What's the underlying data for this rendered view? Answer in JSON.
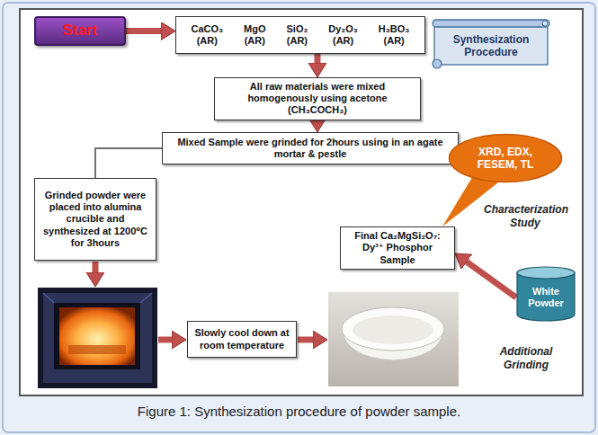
{
  "diagram": {
    "caption": "Figure 1: Synthesization procedure of powder sample.",
    "nodes": [
      {
        "text": [
          "Start"
        ]
      },
      {
        "text": [
          "CaCO₃ (AR)",
          "MgO (AR)",
          "SiO₂ (AR)",
          "Dy₂O₃ (AR)",
          "H₃BO₃ (AR)"
        ]
      },
      {
        "text": [
          "Synthesization Procedure"
        ]
      },
      {
        "text": [
          "All raw materials were mixed homogenously using acetone (CH₃COCH₃)"
        ]
      },
      {
        "text": [
          "Mixed Sample were grinded for 2hours using in an agate mortar & pestle"
        ]
      },
      {
        "text": [
          "XRD, EDX, FESEM, TL"
        ]
      },
      {
        "text": [
          "Grinded powder were placed into alumina crucible and synthesized at 1200⁰C for 3hours"
        ]
      },
      {
        "text": [
          "Final Ca₂MgSi₂O₇: Dy³⁺ Phosphor Sample"
        ]
      },
      {
        "text": [
          "White Powder"
        ]
      },
      {
        "text": [
          "Slowly cool down at room temperature"
        ]
      }
    ],
    "edges": [
      {
        "from": 0,
        "to": 1,
        "arrow": "to"
      },
      {
        "from": 1,
        "to": 3,
        "arrow": "to"
      },
      {
        "from": 3,
        "to": 4,
        "arrow": "to"
      },
      {
        "from": 4,
        "to": 6,
        "arrow": "none"
      },
      {
        "from": 8,
        "to": 7,
        "arrow": "to"
      },
      {
        "from": 5,
        "to": 7,
        "arrow": "none"
      }
    ],
    "labels": [
      "Characterization Study",
      "Additional Grinding"
    ]
  }
}
